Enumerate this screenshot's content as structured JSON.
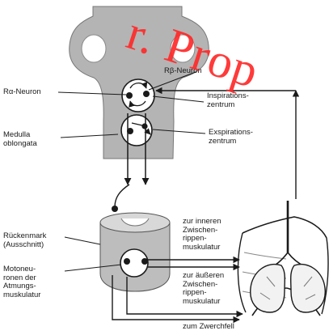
{
  "labels": {
    "r_alpha": "Rα-Neuron",
    "r_beta": "Rβ-Neuron",
    "inspiration_1": "Inspirations-",
    "inspiration_2": "zentrum",
    "medulla_1": "Medulla",
    "medulla_2": "oblongata",
    "expiration_1": "Exspirations-",
    "expiration_2": "zentrum",
    "spinal_1": "Rückenmark",
    "spinal_2": "(Ausschnitt)",
    "inner_1": "zur inneren",
    "inner_2": "Zwischen-",
    "inner_3": "rippen-",
    "inner_4": "muskulatur",
    "motor_1": "Motoneu-",
    "motor_2": "ronen der",
    "motor_3": "Atmungs-",
    "motor_4": "muskulatur",
    "outer_1": "zur äußeren",
    "outer_2": "Zwischen-",
    "outer_3": "rippen-",
    "outer_4": "muskulatur",
    "diaphragm": "zum Zwerchfell"
  },
  "watermark": {
    "text": "r. Prop",
    "color": "#ff2a2a"
  },
  "colors": {
    "tissue": "#b4b4b4",
    "line": "#1a1a1a"
  }
}
